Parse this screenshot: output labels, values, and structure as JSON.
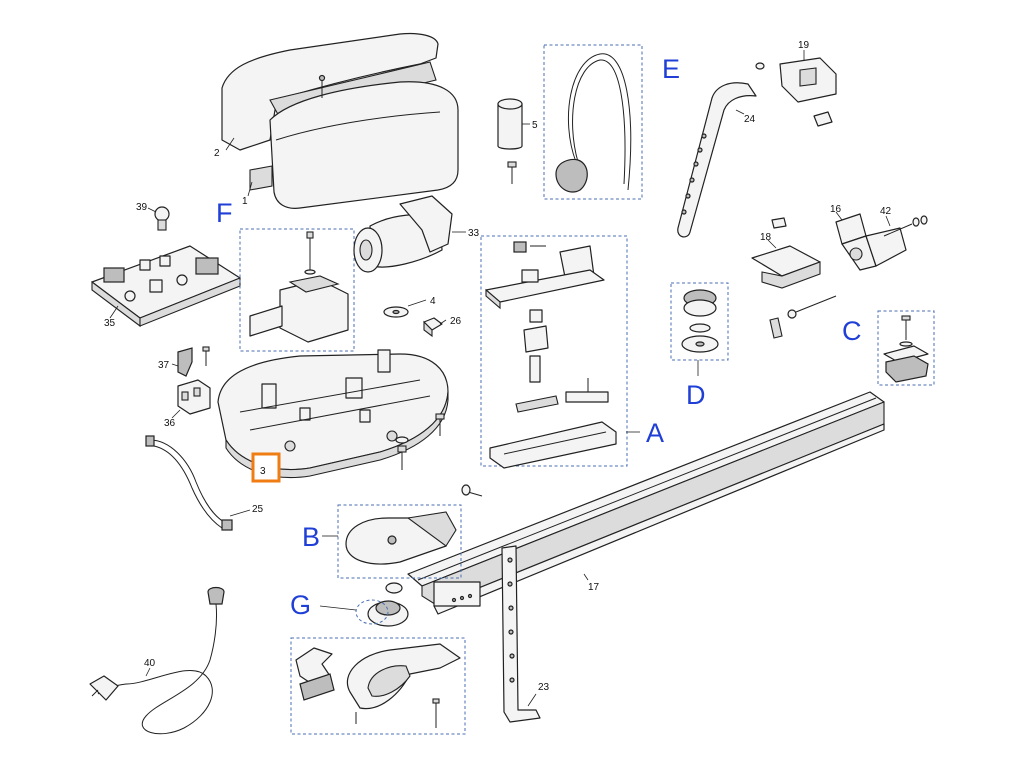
{
  "colors": {
    "group_letter": "#1f3fd6",
    "group_box": "#4a6fb5",
    "highlight": "#f07d13",
    "line": "#222222"
  },
  "parts": [
    {
      "id": "p1",
      "label": "1"
    },
    {
      "id": "p2",
      "label": "2"
    },
    {
      "id": "p3",
      "label": "3",
      "highlighted": true
    },
    {
      "id": "p4",
      "label": "4"
    },
    {
      "id": "p5",
      "label": "5"
    },
    {
      "id": "p16",
      "label": "16"
    },
    {
      "id": "p17",
      "label": "17"
    },
    {
      "id": "p18",
      "label": "18"
    },
    {
      "id": "p19",
      "label": "19"
    },
    {
      "id": "p23",
      "label": "23"
    },
    {
      "id": "p24",
      "label": "24"
    },
    {
      "id": "p25",
      "label": "25"
    },
    {
      "id": "p26",
      "label": "26"
    },
    {
      "id": "p33",
      "label": "33"
    },
    {
      "id": "p35",
      "label": "35"
    },
    {
      "id": "p36",
      "label": "36"
    },
    {
      "id": "p37",
      "label": "37"
    },
    {
      "id": "p39",
      "label": "39"
    },
    {
      "id": "p40",
      "label": "40"
    },
    {
      "id": "p42",
      "label": "42"
    }
  ],
  "groups": [
    {
      "id": "A",
      "label": "A"
    },
    {
      "id": "B",
      "label": "B"
    },
    {
      "id": "C",
      "label": "C"
    },
    {
      "id": "D",
      "label": "D"
    },
    {
      "id": "E",
      "label": "E"
    },
    {
      "id": "F",
      "label": "F"
    },
    {
      "id": "G",
      "label": "G"
    }
  ]
}
